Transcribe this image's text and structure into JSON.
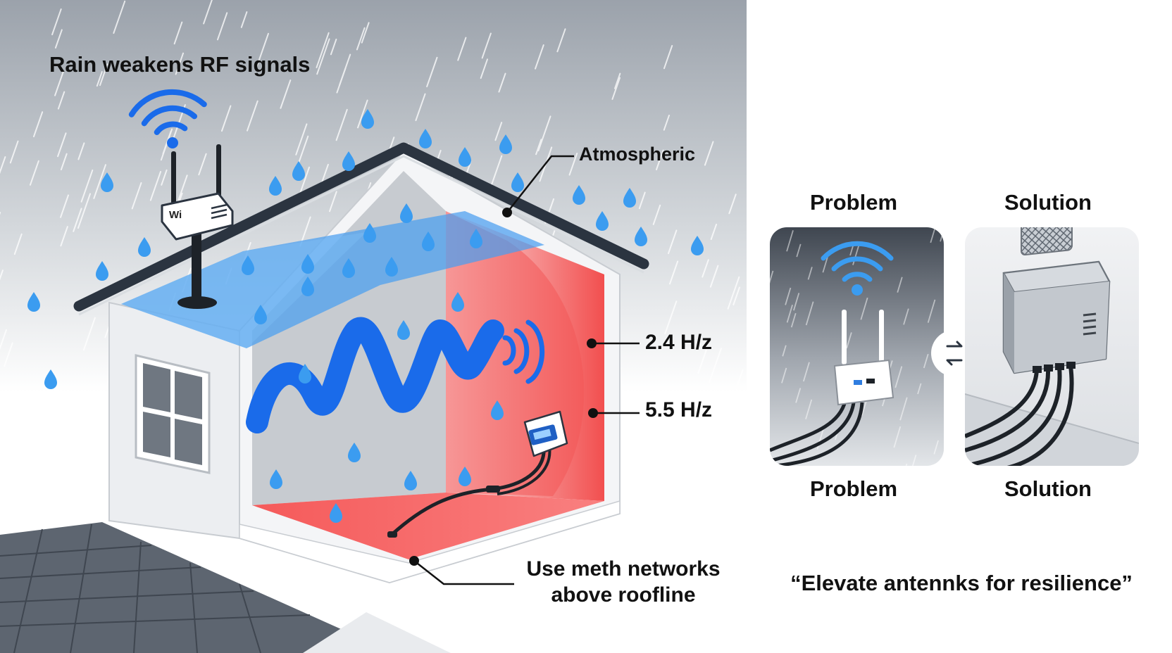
{
  "diagram": {
    "title": "Rain weakens RF signals",
    "callouts": {
      "atmospheric": "Atmospheric",
      "freq_1": "2.4 H/z",
      "freq_2": "5.5 H/z",
      "mesh_note": "Use meth networks above roofline"
    },
    "router_badge": "Wi",
    "comparison": {
      "problem_heading": "Problem",
      "solution_heading": "Solution",
      "problem_caption": "Problem",
      "solution_caption": "Solution",
      "swap_icon": "swap-arrows-icon",
      "quote": "“Elevate antennks for resilience”"
    },
    "icons": [
      "wifi-signal-icon",
      "router-icon",
      "raindrop-icon",
      "signal-wave-icon",
      "meter-box-icon",
      "weatherproof-enclosure-icon"
    ],
    "colors": {
      "rain_drop": "#3b9cf0",
      "signal_wave": "#1a6bea",
      "attenuation_zone": "#f25a5a",
      "roof": "#2b3440",
      "sky_top": "#9aa1aa"
    }
  }
}
